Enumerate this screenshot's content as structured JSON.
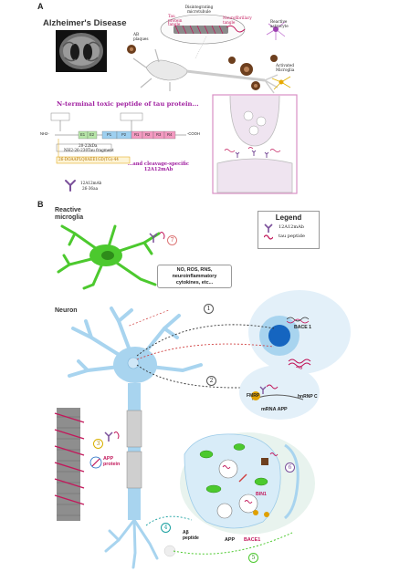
{
  "panel_a": {
    "letter": "A",
    "title": "Alzheimer's Disease",
    "labels": {
      "disintegrating_microtubule": "Disintegrating microtubule",
      "tau_protein_tangle": "Tau protein tangle",
      "neurofibrillary_tangle": "Neurofibrillary tangle",
      "reactive_astrocyte": "Reactive astrocyte",
      "ab_plaques": "AB plaques",
      "activated_microglia": "Activated Microglia",
      "toxic_peptide": "N-terminal toxic peptide of tau protein...",
      "cleavage_specific": "...and cleavage-specific 12A12mAb",
      "nh2": "NH2-",
      "cooh": "-COOH",
      "antibody_name": "12A12mAb",
      "antibody_range": "26-36aa",
      "fragment_1": "20-22kDa",
      "fragment_2": "NH2-26-230Tau fragment",
      "peptide_seq": "26-DOAAPLQ0AEE1GD(TG)-44"
    },
    "domains": [
      "E1",
      "E2",
      "P1",
      "P2",
      "R1",
      "R2",
      "R3",
      "R4"
    ]
  },
  "panel_b": {
    "letter": "B",
    "reactive_microglia": "Reactive microglia",
    "neuron": "Neuron",
    "legend": {
      "title": "Legend",
      "items": [
        {
          "icon": "antibody-icon",
          "label": "12A12mAb",
          "color": "#7a4f9a"
        },
        {
          "icon": "tau-peptide-icon",
          "label": "tau peptide",
          "color": "#c2185b"
        }
      ]
    },
    "cytokines": "NO, ROS, RNS, neuroinflammatory cytokines, etc...",
    "labels": {
      "bace1": "BACE 1",
      "app": "APP",
      "fmrp": "FMRP",
      "hnrnp": "hnRNP C",
      "mrna_app": "mRNA APP",
      "app_protein": "APP protein",
      "ab_peptide": "Aβ peptide",
      "bin1": "BIN1",
      "app_lower": "APP",
      "bace1_lower": "BACE1"
    },
    "steps": [
      "1",
      "2",
      "3",
      "4",
      "5",
      "6",
      "7"
    ]
  },
  "colors": {
    "microglia": "#4cc92e",
    "neuron": "#a8d4ef",
    "nucleus": "#1565c0",
    "tau": "#c2185b",
    "antibody": "#7a4f9a",
    "synapse_pink": "#d98fc4",
    "plaque": "#6d3f1e"
  }
}
